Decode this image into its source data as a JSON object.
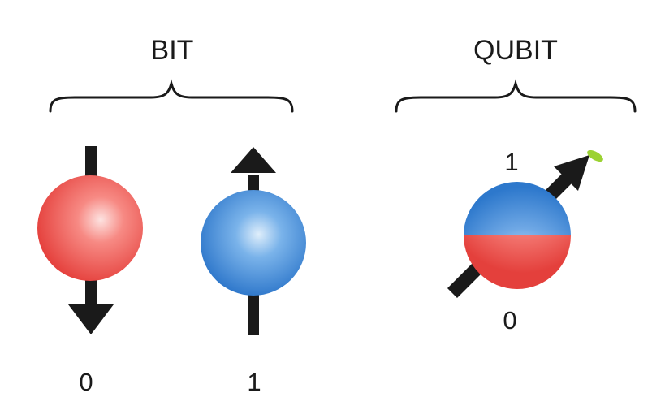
{
  "sections": {
    "bit": {
      "title": "BIT",
      "states": [
        {
          "value": "0",
          "color": "#ef5450",
          "arrow": "down"
        },
        {
          "value": "1",
          "color": "#2f7fd0",
          "arrow": "up"
        }
      ]
    },
    "qubit": {
      "title": "QUBIT",
      "top_label": "1",
      "bottom_label": "0",
      "top_color": "#2f7fd0",
      "bottom_color": "#ef5450",
      "arrow": "diagonal-up-right",
      "accent_color": "#9bd232"
    }
  },
  "colors": {
    "ink": "#1a1a1a",
    "background": "#ffffff"
  }
}
